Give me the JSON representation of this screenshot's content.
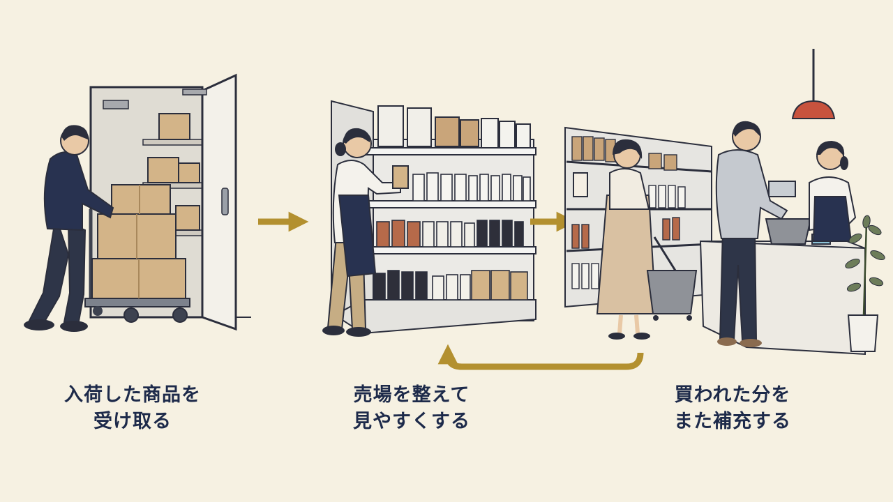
{
  "steps": [
    {
      "line1": "入荷した商品を",
      "line2": "受け取る",
      "icon": "receiving-scene"
    },
    {
      "line1": "売場を整えて",
      "line2": "見やすくする",
      "icon": "shelf-stocking-scene"
    },
    {
      "line1": "買われた分を",
      "line2": "また補充する",
      "icon": "checkout-scene"
    }
  ],
  "colors": {
    "background": "#f6f1e2",
    "arrow": "#b3902f",
    "ink": "#2b2e3c",
    "navy": "#283250",
    "cardboard": "#d3b488",
    "shelf": "#e3e3e2",
    "lamp": "#c8533e",
    "caption": "#1d2a4a"
  }
}
